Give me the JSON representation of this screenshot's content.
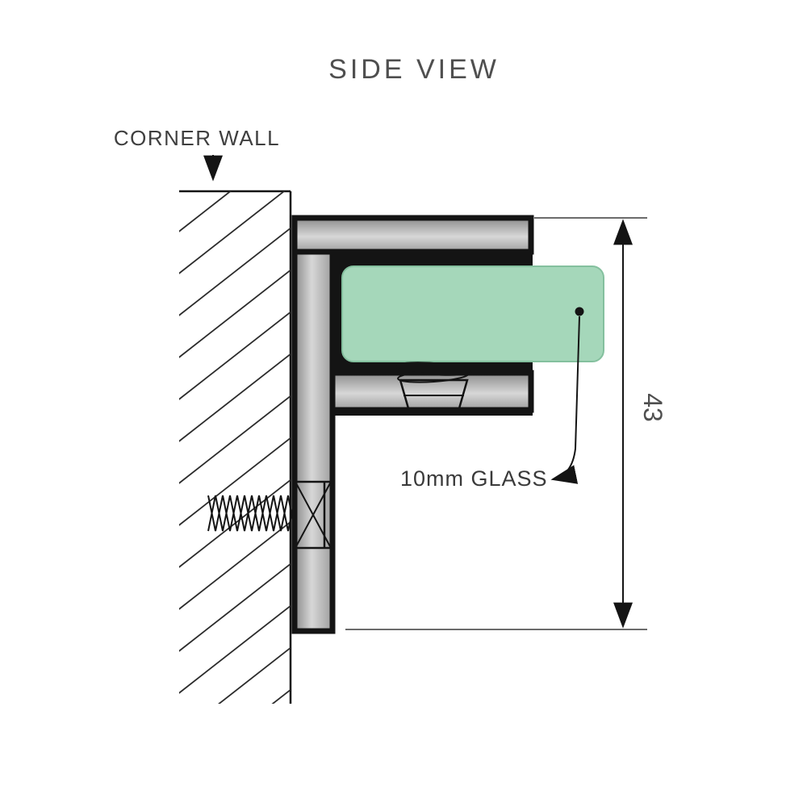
{
  "title": "SIDE VIEW",
  "annotations": {
    "corner_wall": "CORNER WALL",
    "glass_label": "10mm GLASS",
    "dimension_height": "43"
  },
  "colors": {
    "background": "#ffffff",
    "glass_fill": "#a5d7ba",
    "glass_edge": "#84c09e",
    "metal_dark": "#8a8a8a",
    "metal_light": "#d7d7d7",
    "metal_mid": "#9e9e9e",
    "outline": "#141414",
    "text": "#454545"
  },
  "diagram": {
    "view": "side",
    "glass_thickness_label": "10mm",
    "bracket_height_value": "43"
  }
}
